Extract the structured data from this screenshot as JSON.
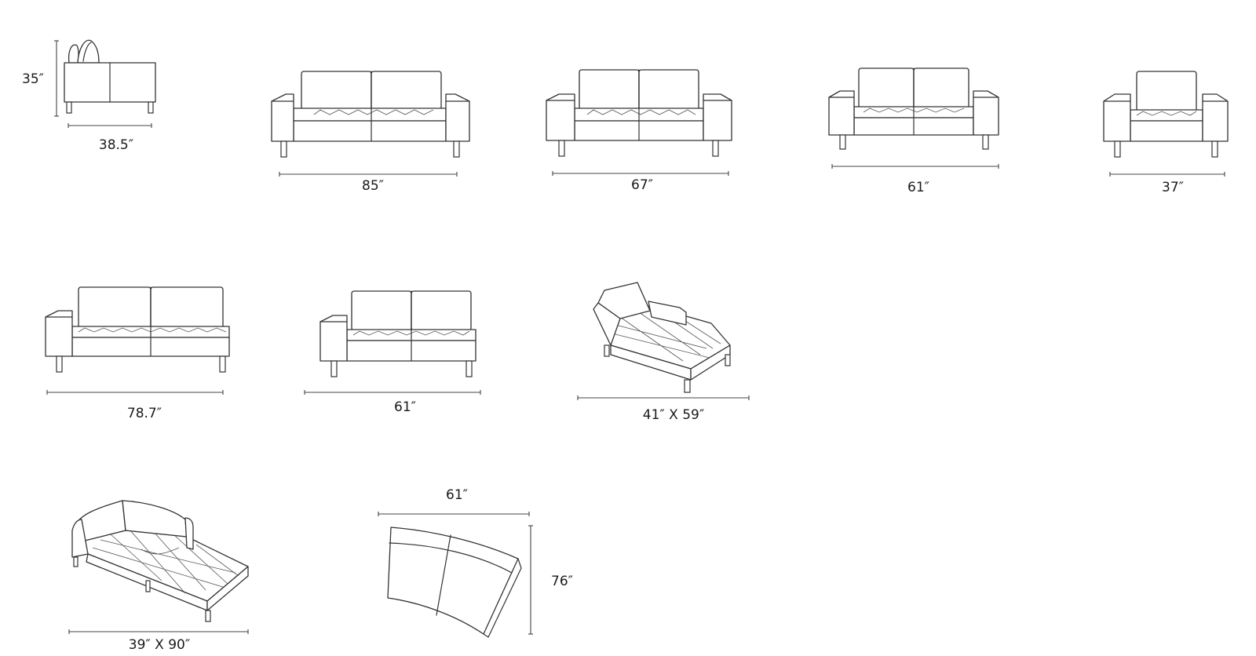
{
  "pieces": [
    {
      "id": "side-profile",
      "label": "38.5″",
      "height_label": "35″"
    },
    {
      "id": "sofa-85",
      "label": "85″"
    },
    {
      "id": "sofa-67",
      "label": "67″"
    },
    {
      "id": "loveseat-61",
      "label": "61″"
    },
    {
      "id": "armchair-37",
      "label": "37″"
    },
    {
      "id": "one-arm-sofa-78",
      "label": "78.7″"
    },
    {
      "id": "one-arm-loveseat-61",
      "label": "61″"
    },
    {
      "id": "chaise",
      "label": "41″ X 59″"
    },
    {
      "id": "chaise-longue",
      "label": "39″ X 90″"
    },
    {
      "id": "curved-corner",
      "label": "61″",
      "height_label": "76″"
    }
  ]
}
